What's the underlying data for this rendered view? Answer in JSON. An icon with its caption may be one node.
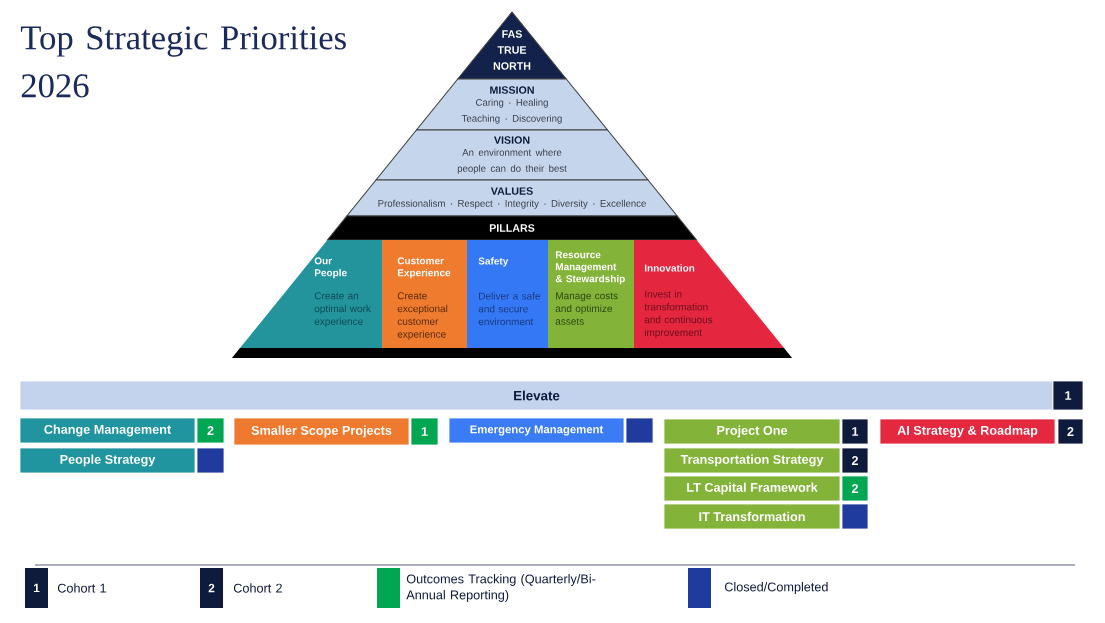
{
  "diagram": {
    "title": "Top Strategic Priorities 2026",
    "nodes": [
      {
        "text": [
          "FAS TRUE NORTH"
        ]
      },
      {
        "text": [
          "MISSION",
          "Caring · Healing Teaching · Discovering"
        ]
      },
      {
        "text": [
          "VISION",
          "An environment where people can do their best"
        ]
      },
      {
        "text": [
          "VALUES",
          "Professionalism · Respect · Integrity · Diversity · Excellence"
        ]
      },
      {
        "text": [
          "PILLARS"
        ]
      },
      {
        "text": [
          "Our People",
          "Create an optimal work experience"
        ]
      },
      {
        "text": [
          "Customer Experience",
          "Create exceptional customer experience"
        ]
      },
      {
        "text": [
          "Safety",
          "Deliver a safe and secure environment"
        ]
      },
      {
        "text": [
          "Resource Management & Stewardship",
          "Manage costs and optimize assets"
        ]
      },
      {
        "text": [
          "Innovation",
          "Invest in transformation and continuous improvement"
        ]
      },
      {
        "text": [
          "Elevate"
        ]
      },
      {
        "text": [
          "1"
        ]
      },
      {
        "text": [
          "Change Management"
        ]
      },
      {
        "text": [
          "2"
        ]
      },
      {
        "text": [
          "Smaller Scope Projects"
        ]
      },
      {
        "text": [
          "1"
        ]
      },
      {
        "text": [
          "Emergency Management"
        ]
      },
      {
        "text": [],
        "shape": "box"
      },
      {
        "text": [
          "Project One"
        ]
      },
      {
        "text": [
          "1"
        ]
      },
      {
        "text": [
          "AI Strategy & Roadmap"
        ]
      },
      {
        "text": [
          "2"
        ]
      },
      {
        "text": [
          "People Strategy"
        ]
      },
      {
        "text": [],
        "shape": "box"
      },
      {
        "text": [
          "Transportation Strategy"
        ]
      },
      {
        "text": [
          "2"
        ]
      },
      {
        "text": [
          "LT Capital Framework"
        ]
      },
      {
        "text": [
          "2"
        ]
      },
      {
        "text": [
          "IT Transformation"
        ]
      },
      {
        "text": [],
        "shape": "box"
      }
    ],
    "labels": [
      "1",
      "2"
    ],
    "legend": [
      {
        "text": "Cohort 1",
        "color": "#0f1b3d"
      },
      {
        "text": "Cohort 2",
        "color": "#0f1b3d"
      },
      {
        "text": "Outcomes Tracking (Quarterly/Bi-Annual Reporting)",
        "color": "#00a651"
      },
      {
        "text": "Closed/Completed",
        "color": "#1f3b9e"
      }
    ]
  }
}
